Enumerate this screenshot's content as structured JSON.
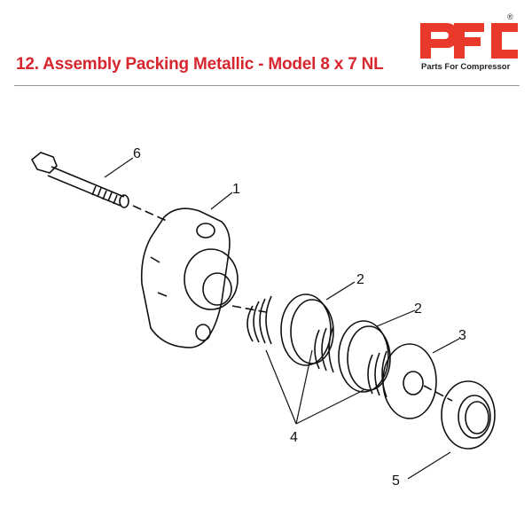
{
  "header": {
    "title": "12. Assembly Packing Metallic - Model 8 x 7 NL",
    "logo_text": "PFC",
    "logo_tagline": "Parts For Compressor",
    "logo_registered": "®",
    "brand_color": "#e8392b",
    "title_color": "#d7262e"
  },
  "diagram": {
    "callouts": [
      "6",
      "1",
      "2",
      "2",
      "3",
      "4",
      "5"
    ]
  }
}
